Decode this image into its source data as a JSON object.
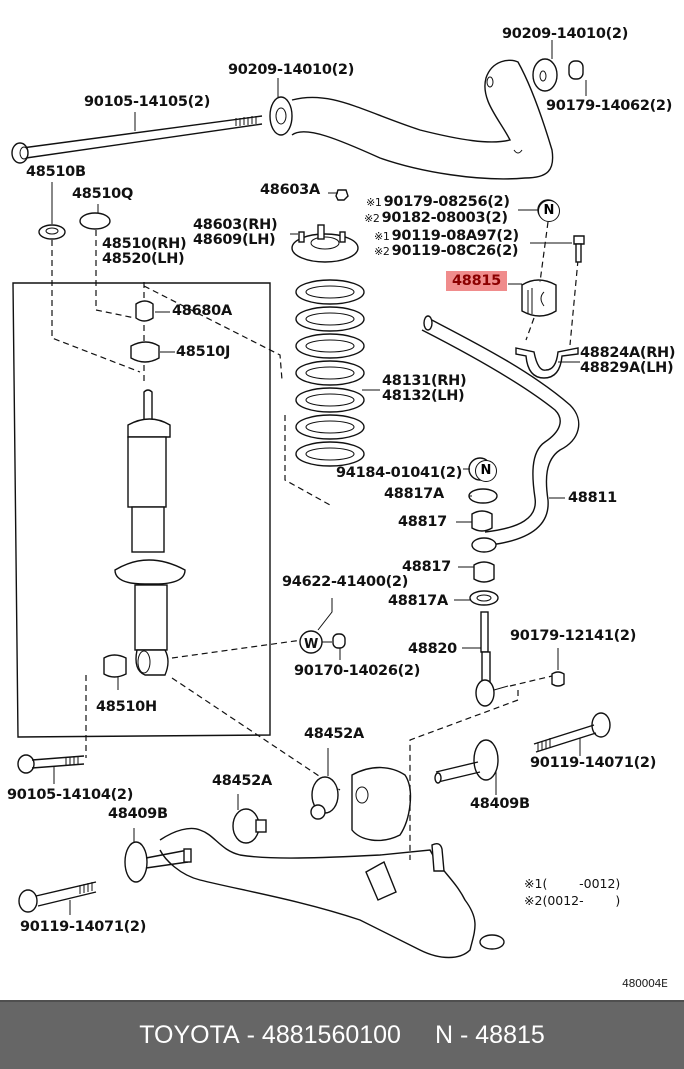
{
  "diagram": {
    "type": "exploded parts diagram",
    "subject": "Front suspension / stabilizer",
    "highlighted_part": "48815",
    "labels": [
      {
        "id": "90209-14010-left",
        "text": "90209-14010(2)"
      },
      {
        "id": "90209-14010-right",
        "text": "90209-14010(2)"
      },
      {
        "id": "90105-14105",
        "text": "90105-14105(2)"
      },
      {
        "id": "90179-14062",
        "text": "90179-14062(2)"
      },
      {
        "id": "48510B",
        "text": "48510B"
      },
      {
        "id": "48510Q",
        "text": "48510Q"
      },
      {
        "id": "48603A",
        "text": "48603A"
      },
      {
        "id": "48603-48609",
        "lines": [
          "48603(RH)",
          "48609(LH)"
        ]
      },
      {
        "id": "48510-48520",
        "lines": [
          "48510(RH)",
          "48520(LH)"
        ]
      },
      {
        "id": "48680A",
        "text": "48680A"
      },
      {
        "id": "48510J",
        "text": "48510J"
      },
      {
        "id": "48131-48132",
        "lines": [
          "48131(RH)",
          "48132(LH)"
        ]
      },
      {
        "id": "94184-01041",
        "text": "94184-01041(2)"
      },
      {
        "id": "48817A-upper",
        "text": "48817A"
      },
      {
        "id": "48817-upper",
        "text": "48817"
      },
      {
        "id": "48811",
        "text": "48811"
      },
      {
        "id": "48817-lower",
        "text": "48817"
      },
      {
        "id": "48817A-lower",
        "text": "48817A"
      },
      {
        "id": "94622-41400",
        "text": "94622-41400(2)"
      },
      {
        "id": "90170-14026",
        "text": "90170-14026(2)"
      },
      {
        "id": "48820",
        "text": "48820"
      },
      {
        "id": "90179-12141",
        "text": "90179-12141(2)"
      },
      {
        "id": "48510H",
        "text": "48510H"
      },
      {
        "id": "48452A-right",
        "text": "48452A"
      },
      {
        "id": "48452A-left",
        "text": "48452A"
      },
      {
        "id": "90105-14104",
        "text": "90105-14104(2)"
      },
      {
        "id": "48409B-left",
        "text": "48409B"
      },
      {
        "id": "48409B-right",
        "text": "48409B"
      },
      {
        "id": "90119-14071-right",
        "text": "90119-14071(2)"
      },
      {
        "id": "90119-14071-left",
        "text": "90119-14071(2)"
      },
      {
        "id": "48815",
        "text": "48815"
      },
      {
        "id": "48824A-48829A",
        "lines": [
          "48824A(RH)",
          "48829A(LH)"
        ]
      }
    ],
    "variant_labels": [
      {
        "mark": "※1",
        "text": "90179-08256(2)"
      },
      {
        "mark": "※2",
        "text": "90182-08003(2)"
      },
      {
        "mark": "※1",
        "text": "90119-08A97(2)"
      },
      {
        "mark": "※2",
        "text": "90119-08C26(2)"
      }
    ],
    "symbols": {
      "n_mark": "N",
      "w_mark": "W"
    },
    "notes": [
      {
        "mark": "※1",
        "text": "(        -0012)"
      },
      {
        "mark": "※2",
        "text": "(0012-        )"
      }
    ],
    "illustration_code": "480004E"
  },
  "footer": {
    "brand": "TOYOTA",
    "part_number": "4881560100",
    "ref_prefix": "N",
    "ref_number": "48815",
    "separator": "-"
  }
}
